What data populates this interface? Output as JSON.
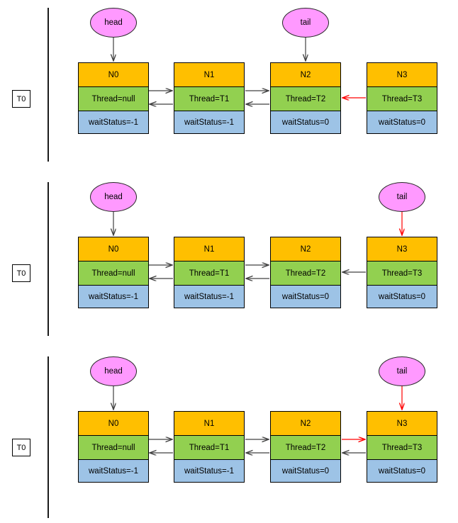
{
  "diagram": {
    "title_hidden": "",
    "colors": {
      "node_title_bg": "#FFBF00",
      "node_thread_bg": "#92D050",
      "node_wait_bg": "#9DC3E6",
      "pointer_bg": "#FF99FF",
      "arrow_black": "#404040",
      "arrow_red": "#FF0000",
      "divider": "#1A1A1A"
    },
    "rows": [
      {
        "state_label": "T0",
        "pointers": [
          {
            "name": "head",
            "label": "head",
            "target": "N0",
            "arrow_color": "#404040"
          },
          {
            "name": "tail",
            "label": "tail",
            "target": "N2",
            "arrow_color": "#404040"
          }
        ],
        "nodes": [
          {
            "id": "N0",
            "title": "N0",
            "thread": "Thread=null",
            "wait": "waitStatus=-1"
          },
          {
            "id": "N1",
            "title": "N1",
            "thread": "Thread=T1",
            "wait": "waitStatus=-1"
          },
          {
            "id": "N2",
            "title": "N2",
            "thread": "Thread=T2",
            "wait": "waitStatus=0"
          },
          {
            "id": "N3",
            "title": "N3",
            "thread": "Thread=T3",
            "wait": "waitStatus=0"
          }
        ],
        "links": [
          {
            "from": "N0",
            "to": "N1",
            "dir": "forward",
            "color": "#404040"
          },
          {
            "from": "N1",
            "to": "N0",
            "dir": "back",
            "color": "#404040"
          },
          {
            "from": "N1",
            "to": "N2",
            "dir": "forward",
            "color": "#404040"
          },
          {
            "from": "N2",
            "to": "N1",
            "dir": "back",
            "color": "#404040"
          },
          {
            "from": "N3",
            "to": "N2",
            "dir": "back",
            "color": "#FF0000"
          }
        ]
      },
      {
        "state_label": "T0",
        "pointers": [
          {
            "name": "head",
            "label": "head",
            "target": "N0",
            "arrow_color": "#404040"
          },
          {
            "name": "tail",
            "label": "tail",
            "target": "N3",
            "arrow_color": "#FF0000"
          }
        ],
        "nodes": [
          {
            "id": "N0",
            "title": "N0",
            "thread": "Thread=null",
            "wait": "waitStatus=-1"
          },
          {
            "id": "N1",
            "title": "N1",
            "thread": "Thread=T1",
            "wait": "waitStatus=-1"
          },
          {
            "id": "N2",
            "title": "N2",
            "thread": "Thread=T2",
            "wait": "waitStatus=0"
          },
          {
            "id": "N3",
            "title": "N3",
            "thread": "Thread=T3",
            "wait": "waitStatus=0"
          }
        ],
        "links": [
          {
            "from": "N0",
            "to": "N1",
            "dir": "forward",
            "color": "#404040"
          },
          {
            "from": "N1",
            "to": "N0",
            "dir": "back",
            "color": "#404040"
          },
          {
            "from": "N1",
            "to": "N2",
            "dir": "forward",
            "color": "#404040"
          },
          {
            "from": "N2",
            "to": "N1",
            "dir": "back",
            "color": "#404040"
          },
          {
            "from": "N3",
            "to": "N2",
            "dir": "back",
            "color": "#404040"
          }
        ]
      },
      {
        "state_label": "T0",
        "pointers": [
          {
            "name": "head",
            "label": "head",
            "target": "N0",
            "arrow_color": "#404040"
          },
          {
            "name": "tail",
            "label": "tail",
            "target": "N3",
            "arrow_color": "#FF0000"
          }
        ],
        "nodes": [
          {
            "id": "N0",
            "title": "N0",
            "thread": "Thread=null",
            "wait": "waitStatus=-1"
          },
          {
            "id": "N1",
            "title": "N1",
            "thread": "Thread=T1",
            "wait": "waitStatus=-1"
          },
          {
            "id": "N2",
            "title": "N2",
            "thread": "Thread=T2",
            "wait": "waitStatus=0"
          },
          {
            "id": "N3",
            "title": "N3",
            "thread": "Thread=T3",
            "wait": "waitStatus=0"
          }
        ],
        "links": [
          {
            "from": "N0",
            "to": "N1",
            "dir": "forward",
            "color": "#404040"
          },
          {
            "from": "N1",
            "to": "N0",
            "dir": "back",
            "color": "#404040"
          },
          {
            "from": "N1",
            "to": "N2",
            "dir": "forward",
            "color": "#404040"
          },
          {
            "from": "N2",
            "to": "N1",
            "dir": "back",
            "color": "#404040"
          },
          {
            "from": "N2",
            "to": "N3",
            "dir": "forward",
            "color": "#FF0000"
          },
          {
            "from": "N3",
            "to": "N2",
            "dir": "back",
            "color": "#404040"
          }
        ]
      }
    ]
  }
}
